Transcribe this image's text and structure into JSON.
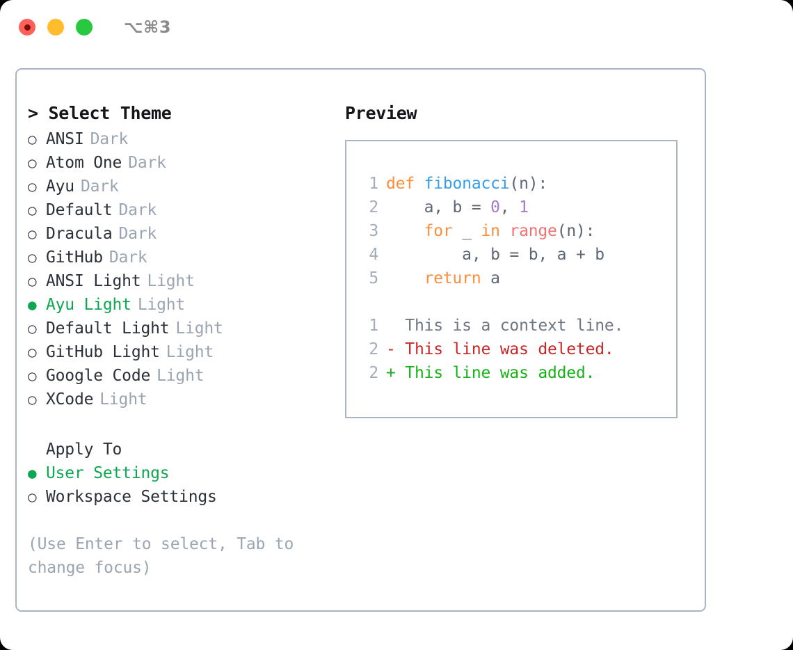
{
  "titlebar": {
    "shortcut": "⌥⌘3",
    "buttons": {
      "close": "close-button",
      "minimize": "minimize-button",
      "maximize": "maximize-button"
    }
  },
  "theme_picker": {
    "header": "> Select Theme",
    "bullet_selected": "●",
    "bullet_unselected": "○",
    "items": [
      {
        "label": "ANSI",
        "tag": "Dark",
        "selected": false
      },
      {
        "label": "Atom One",
        "tag": "Dark",
        "selected": false
      },
      {
        "label": "Ayu",
        "tag": "Dark",
        "selected": false
      },
      {
        "label": "Default",
        "tag": "Dark",
        "selected": false
      },
      {
        "label": "Dracula",
        "tag": "Dark",
        "selected": false
      },
      {
        "label": "GitHub",
        "tag": "Dark",
        "selected": false
      },
      {
        "label": "ANSI Light",
        "tag": "Light",
        "selected": false
      },
      {
        "label": "Ayu Light",
        "tag": "Light",
        "selected": true
      },
      {
        "label": "Default Light",
        "tag": "Light",
        "selected": false
      },
      {
        "label": "GitHub Light",
        "tag": "Light",
        "selected": false
      },
      {
        "label": "Google Code",
        "tag": "Light",
        "selected": false
      },
      {
        "label": "XCode",
        "tag": "Light",
        "selected": false
      }
    ]
  },
  "apply_to": {
    "title": "Apply To",
    "items": [
      {
        "label": "User Settings",
        "selected": true
      },
      {
        "label": "Workspace Settings",
        "selected": false
      }
    ]
  },
  "hint": "(Use Enter to select, Tab to change focus)",
  "preview": {
    "title": "Preview",
    "code_lines": [
      {
        "no": "1",
        "tokens": [
          {
            "t": "def ",
            "c": "t-kw"
          },
          {
            "t": "fibonacci",
            "c": "t-fn"
          },
          {
            "t": "(n):",
            "c": "t-punct"
          }
        ]
      },
      {
        "no": "2",
        "tokens": [
          {
            "t": "    a, b = ",
            "c": "t-plain"
          },
          {
            "t": "0",
            "c": "t-num"
          },
          {
            "t": ", ",
            "c": "t-plain"
          },
          {
            "t": "1",
            "c": "t-num"
          }
        ]
      },
      {
        "no": "3",
        "tokens": [
          {
            "t": "    ",
            "c": "t-plain"
          },
          {
            "t": "for",
            "c": "t-kw"
          },
          {
            "t": " _ ",
            "c": "t-plain"
          },
          {
            "t": "in",
            "c": "t-kw"
          },
          {
            "t": " ",
            "c": "t-plain"
          },
          {
            "t": "range",
            "c": "t-built"
          },
          {
            "t": "(n):",
            "c": "t-punct"
          }
        ]
      },
      {
        "no": "4",
        "tokens": [
          {
            "t": "        a, b = b, a + b",
            "c": "t-plain"
          }
        ]
      },
      {
        "no": "5",
        "tokens": [
          {
            "t": "    ",
            "c": "t-plain"
          },
          {
            "t": "return",
            "c": "t-kw"
          },
          {
            "t": " a",
            "c": "t-plain"
          }
        ]
      }
    ],
    "diff_lines": [
      {
        "no": "1",
        "marker": "  ",
        "text": "This is a context line.",
        "c": "d-ctx"
      },
      {
        "no": "2",
        "marker": "- ",
        "text": "This line was deleted.",
        "c": "d-del"
      },
      {
        "no": "2",
        "marker": "+ ",
        "text": "This line was added.",
        "c": "d-add"
      }
    ]
  },
  "colors": {
    "accent_green": "#0ca750",
    "border": "#aab4c4",
    "muted": "#9aa5b1",
    "kw_orange": "#fa8d3e",
    "fn_blue": "#399ee6",
    "num_purple": "#a37acc",
    "builtin_red": "#f07171",
    "diff_add": "#18b218",
    "diff_del": "#c62828"
  }
}
